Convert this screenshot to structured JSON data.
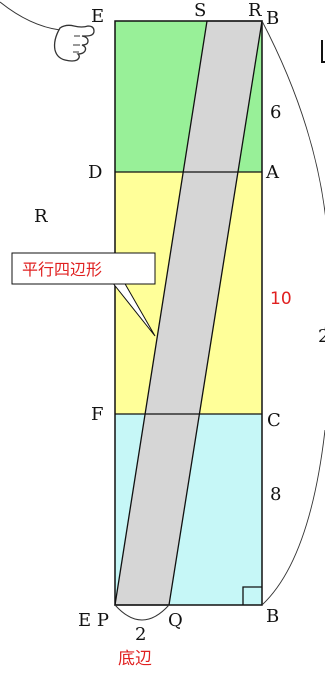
{
  "colors": {
    "top_region": "#98f098",
    "middle_region": "#ffff99",
    "bottom_region": "#c6f7f7",
    "parallelogram": "#d6d6d6",
    "accent_red": "#e02020",
    "outline": "#111111"
  },
  "labels": {
    "E_top": "E",
    "S": "S",
    "R_top": "R",
    "B_top": "B",
    "D": "D",
    "A": "A",
    "R_left": "R",
    "F": "F",
    "C": "C",
    "EP": "E P",
    "Q": "Q",
    "B_bottom": "B"
  },
  "measures": {
    "seg_6": "6",
    "seg_10": "10",
    "seg_8": "8",
    "base_2": "2",
    "base_name": "底辺"
  },
  "callout": {
    "text": "平行四辺形"
  },
  "right_fragment": {
    "text": "2"
  },
  "icons": {
    "pointing_hand": "pointing-hand-icon",
    "right_angle": "right-angle-mark"
  }
}
